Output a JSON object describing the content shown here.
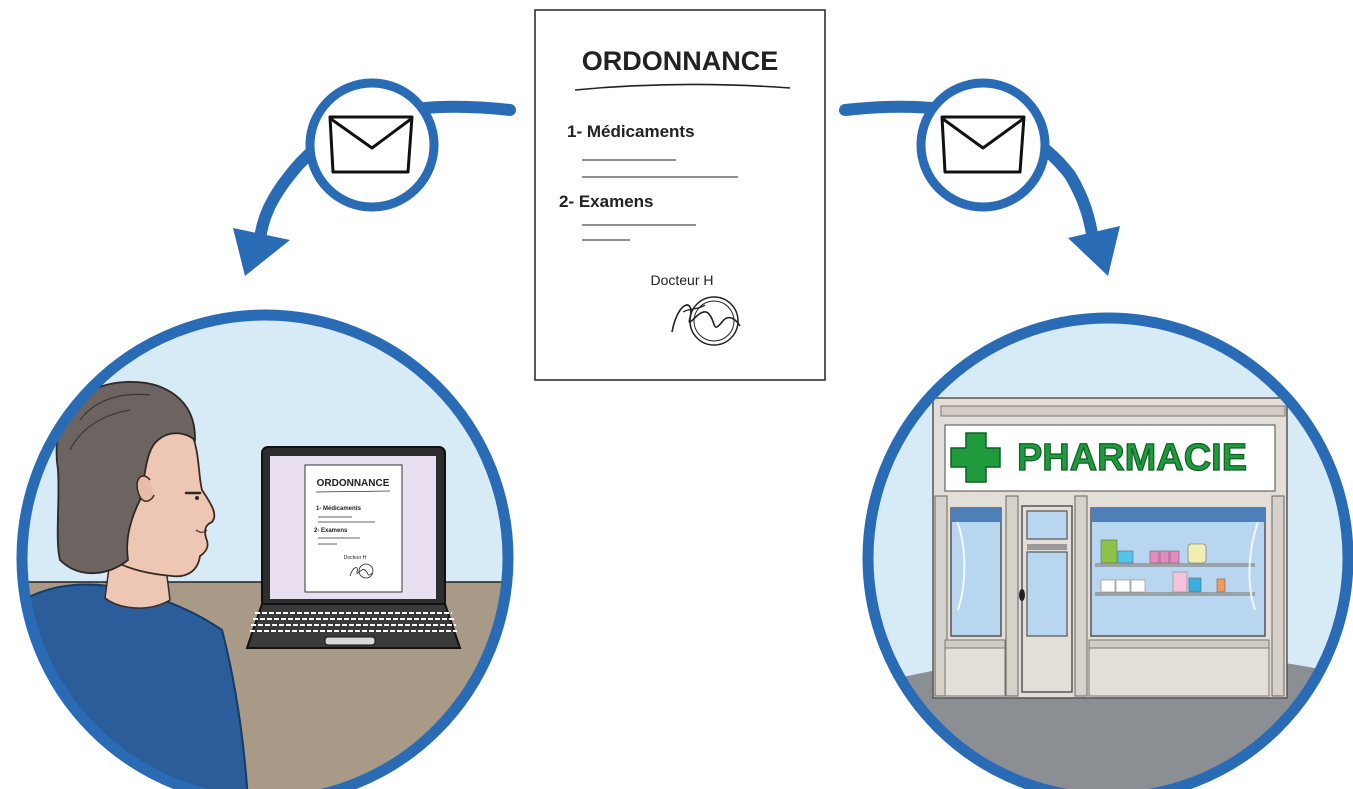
{
  "prescription": {
    "title": "ORDONNANCE",
    "item_1": "1- Médicaments",
    "item_2": "2- Examens",
    "signature_label": "Docteur H"
  },
  "laptop_screen": {
    "title": "ORDONNANCE",
    "item_1": "1- Médicaments",
    "item_2": "2- Examens",
    "signature_label": "Docteur H"
  },
  "pharmacy": {
    "sign_text": "PHARMACIE"
  },
  "icons": {
    "left_message": "envelope-icon",
    "right_message": "envelope-icon",
    "pharmacy_cross": "green-cross-icon"
  },
  "colors": {
    "accent_blue": "#2a6bb5",
    "sky": "#d6ebf5",
    "pharmacy_green": "#1f9a3c",
    "shirt": "#2a5d99",
    "desk": "#a89a86",
    "laptop_screen": "#eadff0",
    "street": "#8b8f93"
  }
}
